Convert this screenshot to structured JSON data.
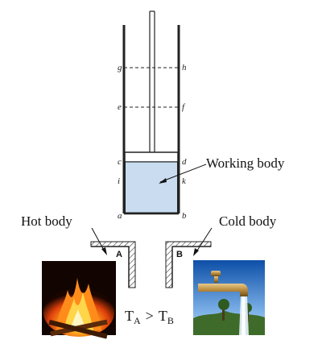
{
  "piston_points": {
    "g": "g",
    "h": "h",
    "e": "e",
    "f": "f",
    "c": "c",
    "d": "d",
    "i": "i",
    "k": "k",
    "a": "a",
    "b": "b"
  },
  "labels": {
    "working_body": "Working body",
    "hot_body": "Hot body",
    "cold_body": "Cold body",
    "reservoir_a": "A",
    "reservoir_b": "B"
  },
  "condition": {
    "t": "T",
    "sub_a": "A",
    "op": ">",
    "sub_b": "B"
  },
  "colors": {
    "working_fluid": "#c9dcf0",
    "line": "#222222"
  },
  "images": {
    "hot": "fire-photo",
    "cold": "water-tap-photo"
  }
}
